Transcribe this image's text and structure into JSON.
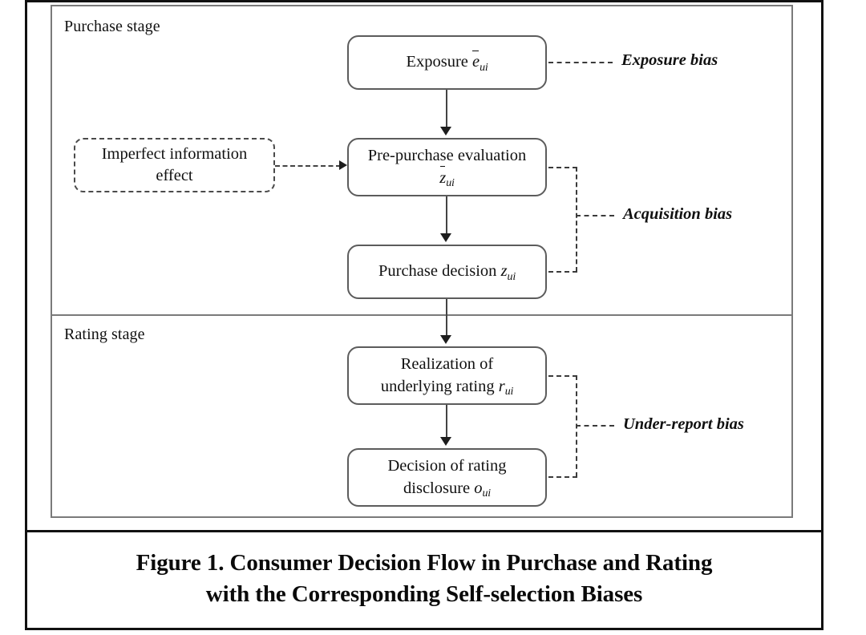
{
  "figure": {
    "caption_line1": "Figure 1. Consumer Decision Flow in Purchase and Rating",
    "caption_line2": "with the Corresponding Self-selection Biases"
  },
  "stages": [
    {
      "id": "purchase",
      "label": "Purchase stage"
    },
    {
      "id": "rating",
      "label": "Rating stage"
    }
  ],
  "nodes": {
    "exposure": {
      "text_prefix": "Exposure ",
      "symbol": "e",
      "symbol_overbar": true,
      "subscript": "ui",
      "stage": "purchase",
      "style": "solid"
    },
    "pre_purchase_evaluation": {
      "line1": "Pre-purchase evaluation",
      "symbol": "z",
      "symbol_overbar": true,
      "subscript": "ui",
      "stage": "purchase",
      "style": "solid"
    },
    "purchase_decision": {
      "text_prefix": "Purchase decision ",
      "symbol": "z",
      "symbol_overbar": false,
      "subscript": "ui",
      "stage": "purchase",
      "style": "solid"
    },
    "imperfect_information": {
      "line1": "Imperfect information",
      "line2": "effect",
      "stage": "purchase",
      "style": "dashed"
    },
    "realization_rating": {
      "line1": "Realization of",
      "line2_prefix": "underlying rating ",
      "symbol": "r",
      "symbol_overbar": false,
      "subscript": "ui",
      "stage": "rating",
      "style": "solid"
    },
    "rating_disclosure": {
      "line1": "Decision of rating",
      "line2_prefix": "disclosure ",
      "symbol": "o",
      "symbol_overbar": false,
      "subscript": "ui",
      "stage": "rating",
      "style": "solid"
    }
  },
  "biases": [
    {
      "id": "exposure-bias",
      "label": "Exposure bias",
      "attached_to": "exposure"
    },
    {
      "id": "acquisition-bias",
      "label": "Acquisition bias",
      "attached_to": "pre_purchase_evaluation,purchase_decision"
    },
    {
      "id": "under-report-bias",
      "label": "Under-report bias",
      "attached_to": "realization_rating,rating_disclosure"
    }
  ],
  "colors": {
    "outer_border": "#111111",
    "inner_frame": "#7a7a7a",
    "node_border": "#5c5c5c",
    "connector": "#444444",
    "text": "#111111",
    "background": "#ffffff"
  }
}
